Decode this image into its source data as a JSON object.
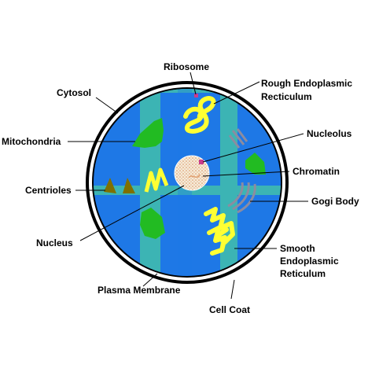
{
  "diagram": {
    "labels": {
      "ribosome": "Ribosome",
      "rough_er_line1": "Rough Endoplasmic",
      "rough_er_line2": "Recticulum",
      "cytosol": "Cytosol",
      "nucleolus": "Nucleolus",
      "mitochondria": "Mitochondria",
      "chromatin": "Chromatin",
      "centrioles": "Centrioles",
      "gogi_body": "Gogi Body",
      "nucleus": "Nucleus",
      "smooth_er_line1": "Smooth",
      "smooth_er_line2": "Endoplasmic",
      "smooth_er_line3": "Reticulum",
      "plasma_membrane": "Plasma Membrane",
      "cell_coat": "Cell Coat"
    },
    "colors": {
      "cell_coat": "#000000",
      "membrane_ring": "#ffffff",
      "cytoplasm": "#1e78e6",
      "cytoplasm_band": "#3cb4b4",
      "mitochondria": "#22bb22",
      "er_yellow": "#ffff33",
      "centrioles": "#807000",
      "golgi": "#8c8ca0",
      "nucleus_fill": "#f6ecd8",
      "nucleolus": "#c83c8c"
    }
  }
}
